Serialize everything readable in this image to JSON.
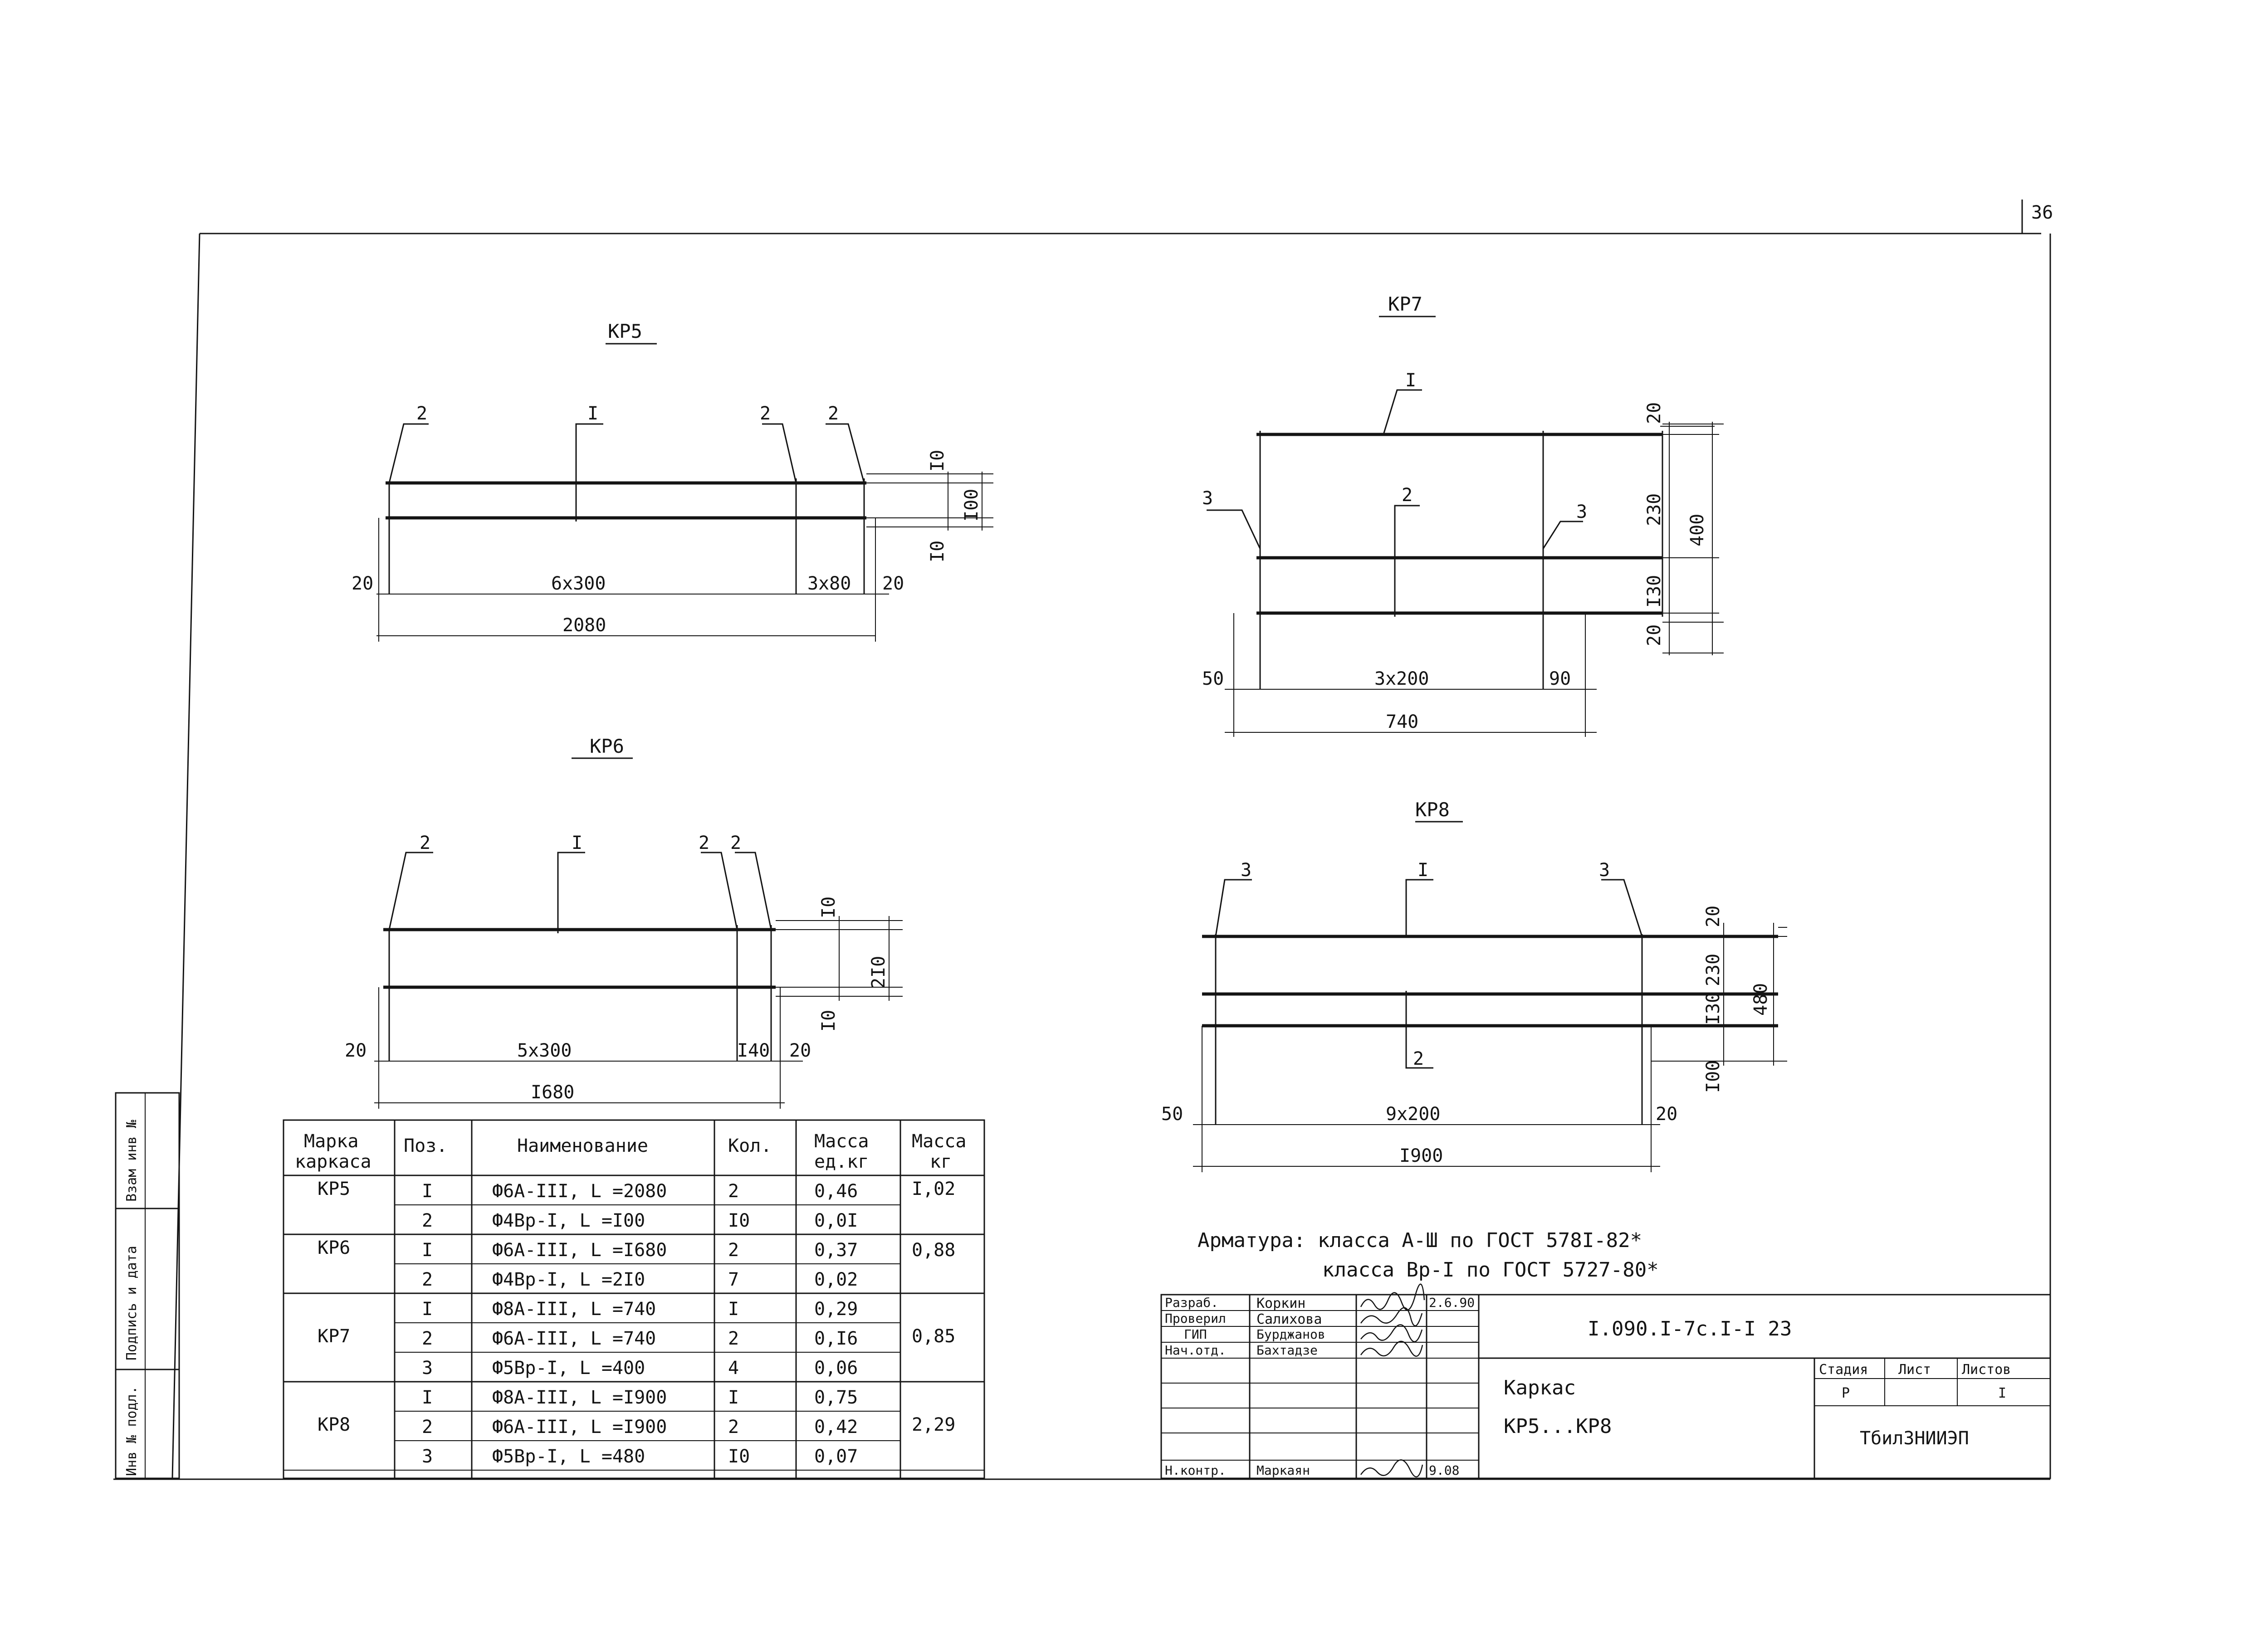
{
  "page": {
    "number": "36"
  },
  "drawings": {
    "kp5": {
      "title": "КР5",
      "positions": [
        "2",
        "I",
        "2",
        "2"
      ],
      "dims": {
        "d10a": "I0",
        "d10b": "I0",
        "d100": "I00",
        "left20": "20",
        "span1": "6х300",
        "span2": "3х80",
        "right20": "20",
        "total": "2080"
      }
    },
    "kp6": {
      "title": "КР6",
      "positions": [
        "2",
        "I",
        "2",
        "2"
      ],
      "dims": {
        "d10a": "I0",
        "d10b": "I0",
        "d210": "2I0",
        "left20": "20",
        "span1": "5х300",
        "span2": "I40",
        "right20": "20",
        "total": "I680"
      }
    },
    "kp7": {
      "title": "КР7",
      "positions": [
        "I",
        "3",
        "2",
        "3"
      ],
      "dims": {
        "d20a": "20",
        "d230": "230",
        "d130": "I30",
        "d20b": "20",
        "d400": "400",
        "left50": "50",
        "span": "3х200",
        "right90": "90",
        "total": "740"
      }
    },
    "kp8": {
      "title": "КР8",
      "positions": [
        "3",
        "I",
        "3",
        "2"
      ],
      "dims": {
        "d20": "20",
        "d230": "230",
        "d130": "I30",
        "d100": "I00",
        "d480": "480",
        "left50": "50",
        "span": "9х200",
        "right20": "20",
        "total": "I900"
      }
    }
  },
  "spec": {
    "headers": {
      "mark": [
        "Марка",
        "каркаса"
      ],
      "pos": "Поз.",
      "name": "Наименование",
      "qty": "Кол.",
      "unit_mass": [
        "Масса",
        "ед.кг"
      ],
      "mass": [
        "Масса",
        "кг"
      ]
    },
    "groups": [
      {
        "mark": "КР5",
        "mass": "I,02",
        "rows": [
          {
            "pos": "I",
            "name": "Ф6А-III, L =2080",
            "qty": "2",
            "unit_mass": "0,46"
          },
          {
            "pos": "2",
            "name": "Ф4Вр-I, L =I00",
            "qty": "I0",
            "unit_mass": "0,0I"
          }
        ]
      },
      {
        "mark": "КР6",
        "mass": "0,88",
        "rows": [
          {
            "pos": "I",
            "name": "Ф6А-III, L =I680",
            "qty": "2",
            "unit_mass": "0,37"
          },
          {
            "pos": "2",
            "name": "Ф4Вр-I, L =2I0",
            "qty": "7",
            "unit_mass": "0,02"
          }
        ]
      },
      {
        "mark": "КР7",
        "mass": "0,85",
        "rows": [
          {
            "pos": "I",
            "name": "Ф8А-III, L =740",
            "qty": "I",
            "unit_mass": "0,29"
          },
          {
            "pos": "2",
            "name": "Ф6А-III, L =740",
            "qty": "2",
            "unit_mass": "0,I6"
          },
          {
            "pos": "3",
            "name": "Ф5Вр-I, L =400",
            "qty": "4",
            "unit_mass": "0,06"
          }
        ]
      },
      {
        "mark": "КР8",
        "mass": "2,29",
        "rows": [
          {
            "pos": "I",
            "name": "Ф8А-III, L =I900",
            "qty": "I",
            "unit_mass": "0,75"
          },
          {
            "pos": "2",
            "name": "Ф6А-III, L =I900",
            "qty": "2",
            "unit_mass": "0,42"
          },
          {
            "pos": "3",
            "name": "Ф5Вр-I, L =480",
            "qty": "I0",
            "unit_mass": "0,07"
          }
        ]
      }
    ]
  },
  "notes": {
    "line1": "Арматура: класса А-Ш по ГОСТ 578I-82*",
    "line2": "класса Вр-I по ГОСТ 5727-80*"
  },
  "left_strip": {
    "box1": "Взам инв №",
    "box2": "Подпись и дата",
    "box3": "Инв № подл."
  },
  "title_block": {
    "roles": [
      "Разраб.",
      "Проверил",
      "ГИП",
      "Нач.отд.",
      "Н.контр."
    ],
    "names": [
      "Коркин",
      "Салихова",
      "Бурджанов",
      "Бахтадзе",
      "Маркаян"
    ],
    "dates": [
      "2.6.90",
      "",
      "",
      "",
      "9.08"
    ],
    "code": "I.090.I-7с.I-I 23",
    "title_line1": "Каркас",
    "title_line2": "КР5...КР8",
    "stage_header": "Стадия",
    "sheet_header": "Лист",
    "sheets_header": "Листов",
    "stage": "Р",
    "sheet": "",
    "sheets": "I",
    "org": "ТбилЗНИИЭП"
  }
}
